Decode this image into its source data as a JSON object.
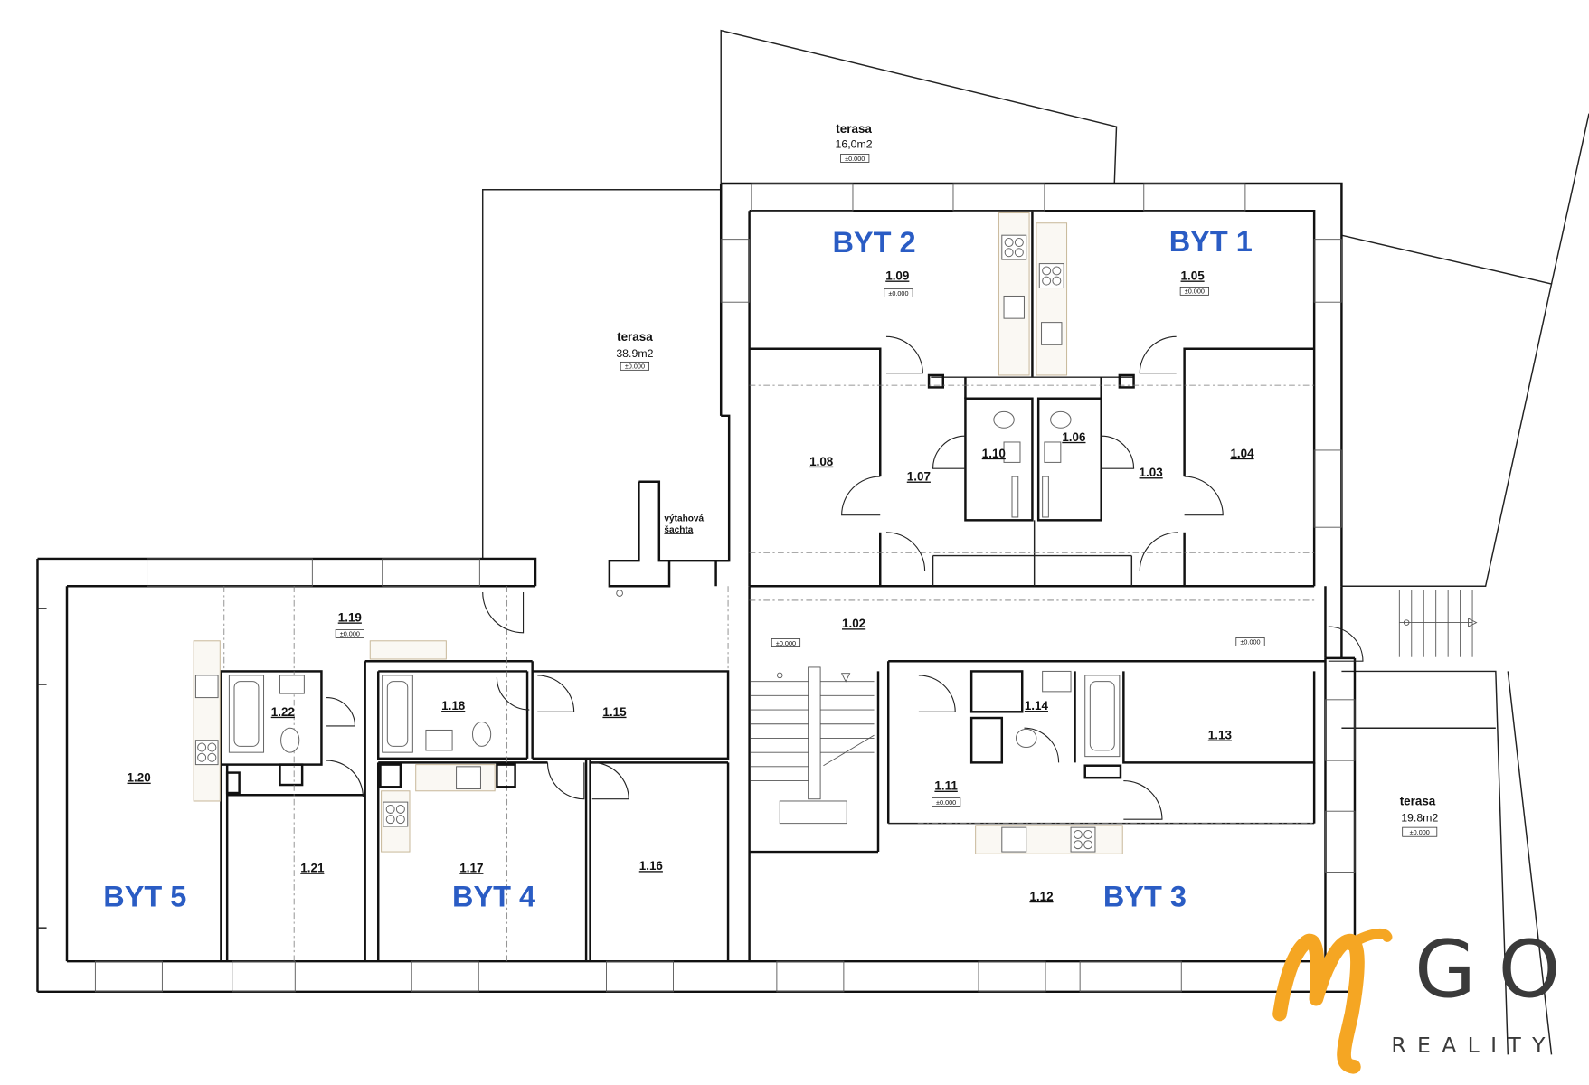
{
  "colors": {
    "unit_label": "#2a5cc4",
    "logo_m": "#f5a623",
    "logo_text": "#3a3a3a",
    "wall": "#111111"
  },
  "units": [
    {
      "label": "BYT 1"
    },
    {
      "label": "BYT 2"
    },
    {
      "label": "BYT 3"
    },
    {
      "label": "BYT 4"
    },
    {
      "label": "BYT 5"
    }
  ],
  "rooms": [
    {
      "label": "1.02"
    },
    {
      "label": "1.03"
    },
    {
      "label": "1.04"
    },
    {
      "label": "1.05"
    },
    {
      "label": "1.06"
    },
    {
      "label": "1.07"
    },
    {
      "label": "1.08"
    },
    {
      "label": "1.09"
    },
    {
      "label": "1.10"
    },
    {
      "label": "1.11"
    },
    {
      "label": "1.12"
    },
    {
      "label": "1.13"
    },
    {
      "label": "1.14"
    },
    {
      "label": "1.15"
    },
    {
      "label": "1.16"
    },
    {
      "label": "1.17"
    },
    {
      "label": "1.18"
    },
    {
      "label": "1.19"
    },
    {
      "label": "1.20"
    },
    {
      "label": "1.21"
    },
    {
      "label": "1.22"
    }
  ],
  "levels": {
    "text": "±0.000"
  },
  "terraces": [
    {
      "name": "terasa",
      "area": "16,0m2"
    },
    {
      "name": "terasa",
      "area": "38.9m2"
    },
    {
      "name": "terasa",
      "area": "19.8m2"
    }
  ],
  "elevator_shaft": {
    "line1": "výtahová",
    "line2": "šachta"
  },
  "logo": {
    "letters": "GO",
    "subtitle": "REALITY",
    "icon": "m-brush-logo-icon"
  }
}
